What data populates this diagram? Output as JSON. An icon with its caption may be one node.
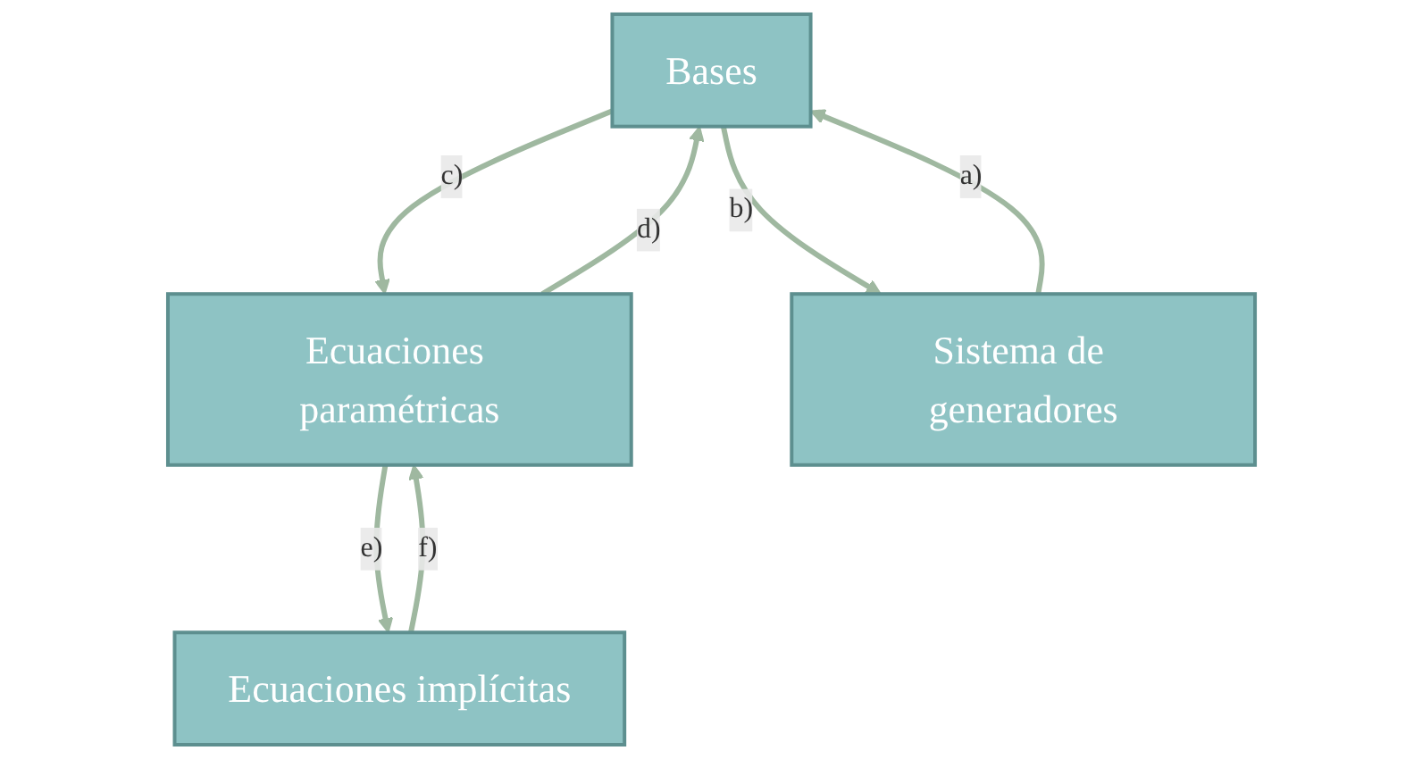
{
  "diagram": {
    "nodes": [
      {
        "text": [
          "Bases"
        ]
      },
      {
        "text": [
          "Ecuaciones paramétricas"
        ]
      },
      {
        "text": [
          "Sistema de generadores"
        ]
      },
      {
        "text": [
          "Ecuaciones implícitas"
        ]
      }
    ],
    "edges": [
      {
        "from": 2,
        "to": 0,
        "label": "a)",
        "arrow": "to"
      },
      {
        "from": 0,
        "to": 2,
        "label": "b)",
        "arrow": "to"
      },
      {
        "from": 0,
        "to": 1,
        "label": "c)",
        "arrow": "to"
      },
      {
        "from": 1,
        "to": 0,
        "label": "d)",
        "arrow": "to"
      },
      {
        "from": 3,
        "to": 1,
        "label": "f)",
        "arrow": "to"
      },
      {
        "from": 1,
        "to": 3,
        "label": "e)",
        "arrow": "to"
      }
    ]
  }
}
